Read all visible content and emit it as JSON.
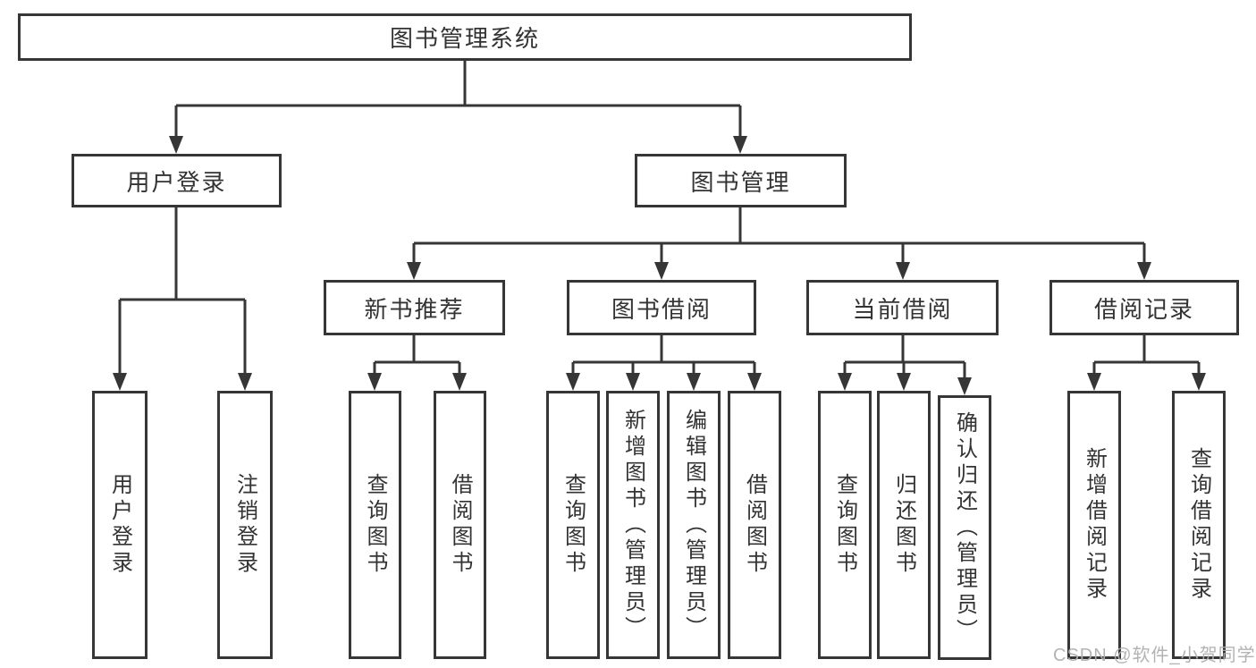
{
  "tree": {
    "label": "图书管理系统",
    "children": [
      {
        "label": "用户登录",
        "children": [
          {
            "label": "用户登录"
          },
          {
            "label": "注销登录"
          }
        ]
      },
      {
        "label": "图书管理",
        "children": [
          {
            "label": "新书推荐",
            "children": [
              {
                "label": "查询图书"
              },
              {
                "label": "借阅图书"
              }
            ]
          },
          {
            "label": "图书借阅",
            "children": [
              {
                "label": "查询图书"
              },
              {
                "label": "新增图书（管理员）"
              },
              {
                "label": "编辑图书（管理员）"
              },
              {
                "label": "借阅图书"
              }
            ]
          },
          {
            "label": "当前借阅",
            "children": [
              {
                "label": "查询图书"
              },
              {
                "label": "归还图书"
              },
              {
                "label": "确认归还（管理员）"
              }
            ]
          },
          {
            "label": "借阅记录",
            "children": [
              {
                "label": "新增借阅记录"
              },
              {
                "label": "查询借阅记录"
              }
            ]
          }
        ]
      }
    ]
  },
  "watermark": "CSDN @软件_小贺同学",
  "colors": {
    "line": "#363636",
    "text": "#333333",
    "background": "#ffffff",
    "watermark": "#afafaf"
  }
}
